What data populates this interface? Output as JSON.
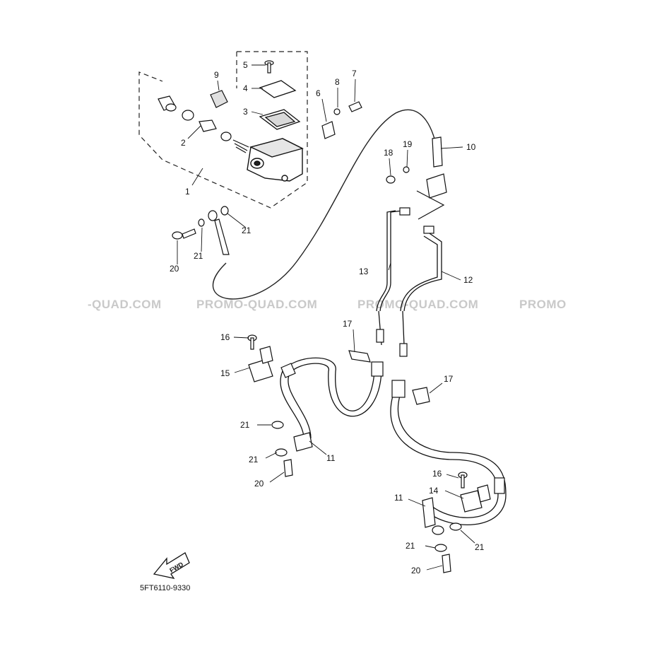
{
  "diagram": {
    "part_code": "5FT6110-9330",
    "fwd_label": "FWD",
    "watermarks": [
      "-QUAD.COM",
      "PROMO-QUAD.COM",
      "PROMO-QUAD.COM",
      "PROMO"
    ],
    "callouts": {
      "c1": "1",
      "c2": "2",
      "c3": "3",
      "c4": "4",
      "c5": "5",
      "c6": "6",
      "c7": "7",
      "c8": "8",
      "c9": "9",
      "c10": "10",
      "c11a": "11",
      "c11b": "11",
      "c12": "12",
      "c13": "13",
      "c14": "14",
      "c15": "15",
      "c16a": "16",
      "c16b": "16",
      "c17a": "17",
      "c17b": "17",
      "c18": "18",
      "c19": "19",
      "c20a": "20",
      "c20b": "20",
      "c20c": "20",
      "c21a": "21",
      "c21b": "21",
      "c21c": "21",
      "c21d": "21",
      "c21e": "21",
      "c21f": "21"
    }
  }
}
